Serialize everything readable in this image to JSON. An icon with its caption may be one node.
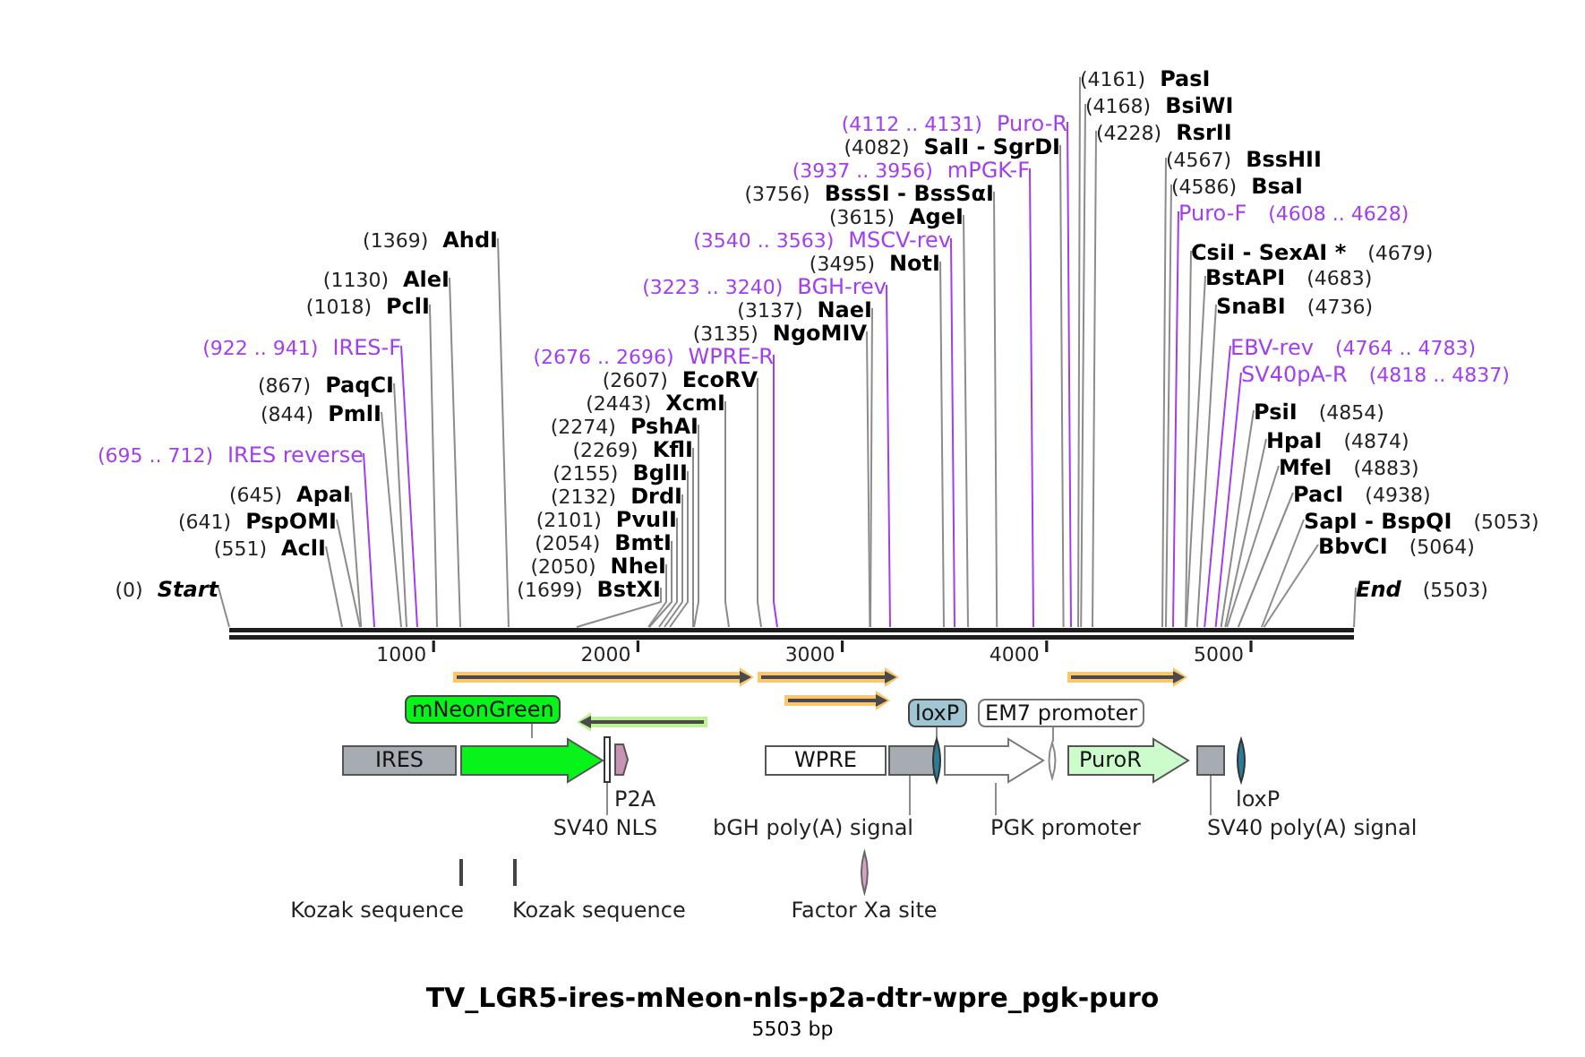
{
  "diagram": {
    "title": "TV_LGR5-ires-mNeon-nls-p2a-dtr-wpre_pgk-puro",
    "caption": "5503 bp",
    "nodes": [
      {
        "text": [
          "(0)",
          "Start"
        ]
      },
      {
        "text": [
          "(551)",
          "AclI"
        ]
      },
      {
        "text": [
          "(641)",
          "PspOMI"
        ]
      },
      {
        "text": [
          "(645)",
          "ApaI"
        ]
      },
      {
        "text": [
          "(695 .. 712)",
          "IRES reverse"
        ]
      },
      {
        "text": [
          "(844)",
          "PmlI"
        ]
      },
      {
        "text": [
          "(867)",
          "PaqCI"
        ]
      },
      {
        "text": [
          "(922 .. 941)",
          "IRES-F"
        ]
      },
      {
        "text": [
          "(1018)",
          "PclI"
        ]
      },
      {
        "text": [
          "(1130)",
          "AleI"
        ]
      },
      {
        "text": [
          "(1369)",
          "AhdI"
        ]
      },
      {
        "text": [
          "mNeonGreen"
        ]
      },
      {
        "text": [
          "(1699)",
          "BstXI"
        ]
      },
      {
        "text": [
          "(2050)",
          "NheI"
        ]
      },
      {
        "text": [
          "(2054)",
          "BmtI"
        ]
      },
      {
        "text": [
          "(2101)",
          "PvuII"
        ]
      },
      {
        "text": [
          "(2132)",
          "DrdI"
        ]
      },
      {
        "text": [
          "(2155)",
          "BglII"
        ]
      },
      {
        "text": [
          "(2269)",
          "KflI"
        ]
      },
      {
        "text": [
          "(2274)",
          "PshAI"
        ]
      },
      {
        "text": [
          "(2443)",
          "XcmI"
        ]
      },
      {
        "text": [
          "(2607)",
          "EcoRV"
        ]
      },
      {
        "text": [
          "(2676 .. 2696)",
          "WPRE-R"
        ]
      },
      {
        "text": [
          "(3135)",
          "NgoMIV"
        ]
      },
      {
        "text": [
          "(3137)",
          "NaeI"
        ]
      },
      {
        "text": [
          "(3223 .. 3240)",
          "BGH-rev"
        ]
      },
      {
        "text": [
          "loxP"
        ]
      },
      {
        "text": [
          "(3495)",
          "NotI"
        ]
      },
      {
        "text": [
          "(3540 .. 3563)",
          "MSCV-rev"
        ]
      },
      {
        "text": [
          "(3615)",
          "AgeI"
        ]
      },
      {
        "text": [
          "(3756)",
          "BssSI - BssSαI"
        ]
      },
      {
        "text": [
          "(3937 .. 3956)",
          "mPGK-F"
        ]
      },
      {
        "text": [
          "EM7 promoter"
        ]
      },
      {
        "text": [
          "(4082)",
          "SalI - SgrDI"
        ]
      },
      {
        "text": [
          "(4112 .. 4131)",
          "Puro-R"
        ]
      },
      {
        "text": [
          "(4161)",
          "PasI"
        ]
      },
      {
        "text": [
          "(4168)",
          "BsiWI"
        ]
      },
      {
        "text": [
          "(4228)",
          "RsrII"
        ]
      },
      {
        "text": [
          "(4567)",
          "BssHII"
        ]
      },
      {
        "text": [
          "(4586)",
          "BsaI"
        ]
      },
      {
        "text": [
          "Puro-F",
          "(4608 .. 4628)"
        ]
      },
      {
        "text": [
          "CsiI - SexAI *",
          "(4679)"
        ]
      },
      {
        "text": [
          "BstAPI",
          "(4683)"
        ]
      },
      {
        "text": [
          "SnaBI",
          "(4736)"
        ]
      },
      {
        "text": [
          "EBV-rev",
          "(4764 .. 4783)"
        ]
      },
      {
        "text": [
          "SV40pA-R",
          "(4818 .. 4837)"
        ]
      },
      {
        "text": [
          "PsiI",
          "(4854)"
        ]
      },
      {
        "text": [
          "HpaI",
          "(4874)"
        ]
      },
      {
        "text": [
          "MfeI",
          "(4883)"
        ]
      },
      {
        "text": [
          "PacI",
          "(4938)"
        ]
      },
      {
        "text": [
          "SapI - BspQI",
          "(5053)"
        ]
      },
      {
        "text": [
          "BbvCI",
          "(5064)"
        ]
      },
      {
        "text": [
          "End",
          "(5503)"
        ]
      },
      {
        "text": [],
        "shape": "bar"
      },
      {
        "text": [
          "IRES"
        ]
      },
      {
        "text": [],
        "shape": "arrow"
      },
      {
        "text": [],
        "shape": "bar"
      },
      {
        "text": [
          "P2A"
        ]
      },
      {
        "text": [
          "WPRE"
        ]
      },
      {
        "text": [],
        "shape": "box"
      },
      {
        "text": [],
        "shape": "ellipse"
      },
      {
        "text": [],
        "shape": "arrow"
      },
      {
        "text": [],
        "shape": "ellipse"
      },
      {
        "text": [
          "PuroR"
        ]
      },
      {
        "text": [],
        "shape": "box"
      },
      {
        "text": [
          "loxP"
        ]
      },
      {
        "text": [
          "SV40 NLS"
        ]
      },
      {
        "text": [
          "bGH poly(A) signal"
        ]
      },
      {
        "text": [
          "PGK promoter"
        ]
      },
      {
        "text": [
          "SV40 poly(A) signal"
        ]
      },
      {
        "text": [
          "Kozak sequence"
        ]
      },
      {
        "text": [
          "Kozak sequence"
        ]
      },
      {
        "text": [
          "Factor Xa site"
        ]
      },
      {
        "text": [],
        "shape": "arrow"
      },
      {
        "text": [],
        "shape": "arrow"
      },
      {
        "text": [],
        "shape": "arrow"
      },
      {
        "text": [],
        "shape": "arrow"
      },
      {
        "text": [],
        "shape": "arrow"
      }
    ],
    "edges": [
      {
        "from": 0,
        "to": 53,
        "arrow": "none"
      },
      {
        "from": 1,
        "to": 53,
        "arrow": "none"
      },
      {
        "from": 2,
        "to": 53,
        "arrow": "none"
      },
      {
        "from": 3,
        "to": 53,
        "arrow": "none"
      },
      {
        "from": 4,
        "to": 53,
        "arrow": "none",
        "color": "#a33df0"
      },
      {
        "from": 5,
        "to": 53,
        "arrow": "none"
      },
      {
        "from": 6,
        "to": 53,
        "arrow": "none"
      },
      {
        "from": 7,
        "to": 53,
        "arrow": "none",
        "color": "#a33df0"
      },
      {
        "from": 8,
        "to": 53,
        "arrow": "none"
      },
      {
        "from": 9,
        "to": 53,
        "arrow": "none"
      },
      {
        "from": 10,
        "to": 53,
        "arrow": "none"
      },
      {
        "from": 11,
        "to": 55,
        "arrow": "none"
      },
      {
        "from": 12,
        "to": 53,
        "arrow": "none"
      },
      {
        "from": 13,
        "to": 53,
        "arrow": "none"
      },
      {
        "from": 14,
        "to": 53,
        "arrow": "none"
      },
      {
        "from": 15,
        "to": 53,
        "arrow": "none"
      },
      {
        "from": 16,
        "to": 53,
        "arrow": "none"
      },
      {
        "from": 17,
        "to": 53,
        "arrow": "none"
      },
      {
        "from": 18,
        "to": 53,
        "arrow": "none"
      },
      {
        "from": 19,
        "to": 53,
        "arrow": "none"
      },
      {
        "from": 20,
        "to": 53,
        "arrow": "none"
      },
      {
        "from": 21,
        "to": 53,
        "arrow": "none"
      },
      {
        "from": 22,
        "to": 53,
        "arrow": "none",
        "color": "#a33df0"
      },
      {
        "from": 23,
        "to": 53,
        "arrow": "none"
      },
      {
        "from": 24,
        "to": 53,
        "arrow": "none"
      },
      {
        "from": 25,
        "to": 53,
        "arrow": "none",
        "color": "#a33df0"
      },
      {
        "from": 26,
        "to": 60,
        "arrow": "none"
      },
      {
        "from": 27,
        "to": 53,
        "arrow": "none"
      },
      {
        "from": 28,
        "to": 53,
        "arrow": "none",
        "color": "#a33df0"
      },
      {
        "from": 29,
        "to": 53,
        "arrow": "none"
      },
      {
        "from": 30,
        "to": 53,
        "arrow": "none"
      },
      {
        "from": 31,
        "to": 53,
        "arrow": "none",
        "color": "#a33df0"
      },
      {
        "from": 32,
        "to": 62,
        "arrow": "none"
      },
      {
        "from": 33,
        "to": 53,
        "arrow": "none"
      },
      {
        "from": 34,
        "to": 53,
        "arrow": "none",
        "color": "#a33df0"
      },
      {
        "from": 35,
        "to": 53,
        "arrow": "none"
      },
      {
        "from": 36,
        "to": 53,
        "arrow": "none"
      },
      {
        "from": 37,
        "to": 53,
        "arrow": "none"
      },
      {
        "from": 38,
        "to": 53,
        "arrow": "none"
      },
      {
        "from": 39,
        "to": 53,
        "arrow": "none"
      },
      {
        "from": 40,
        "to": 53,
        "arrow": "none",
        "color": "#a33df0"
      },
      {
        "from": 41,
        "to": 53,
        "arrow": "none"
      },
      {
        "from": 42,
        "to": 53,
        "arrow": "none"
      },
      {
        "from": 43,
        "to": 53,
        "arrow": "none"
      },
      {
        "from": 44,
        "to": 53,
        "arrow": "none",
        "color": "#a33df0"
      },
      {
        "from": 45,
        "to": 53,
        "arrow": "none",
        "color": "#a33df0"
      },
      {
        "from": 46,
        "to": 53,
        "arrow": "none"
      },
      {
        "from": 47,
        "to": 53,
        "arrow": "none"
      },
      {
        "from": 48,
        "to": 53,
        "arrow": "none"
      },
      {
        "from": 49,
        "to": 53,
        "arrow": "none"
      },
      {
        "from": 50,
        "to": 53,
        "arrow": "none"
      },
      {
        "from": 51,
        "to": 53,
        "arrow": "none"
      },
      {
        "from": 52,
        "to": 53,
        "arrow": "none"
      },
      {
        "from": 66,
        "to": 56,
        "arrow": "none"
      },
      {
        "from": 67,
        "to": 59,
        "arrow": "none"
      },
      {
        "from": 68,
        "to": 61,
        "arrow": "none"
      },
      {
        "from": 69,
        "to": 64,
        "arrow": "none"
      }
    ],
    "labels": [
      "1000",
      "2000",
      "3000",
      "4000",
      "5000"
    ]
  }
}
